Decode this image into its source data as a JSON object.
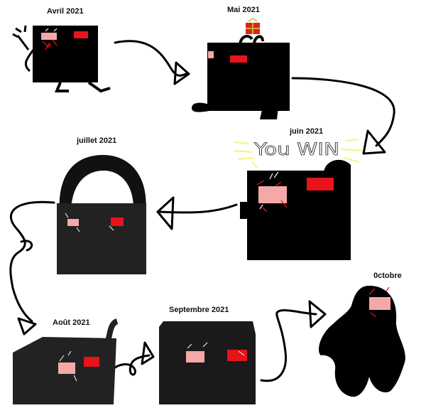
{
  "labels": {
    "april": "Avril 2021",
    "may": "Mai 2021",
    "june": "juin 2021",
    "july": "juillet 2021",
    "august": "Août 2021",
    "september": "Septembre 2021",
    "october": "0ctobre"
  },
  "banner": "You WIN",
  "colors": {
    "body": "#000000",
    "body_soft": "#222222",
    "eye_left": "#f4a9a8",
    "eye_right": "#e8131b",
    "crack": "#e8131b",
    "win_glow": "#f5f57a",
    "gift": "#e02020"
  }
}
